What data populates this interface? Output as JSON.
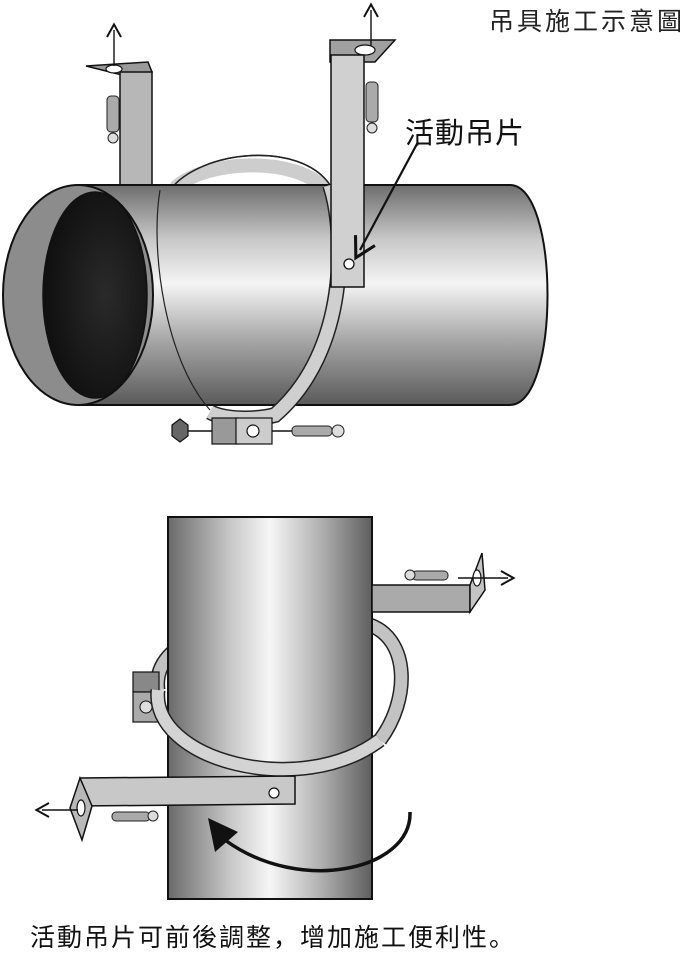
{
  "diagram": {
    "title": "吊具施工示意圖",
    "label_hanger": "活動吊片",
    "caption": "活動吊片可前後調整，增加施工便利性。"
  }
}
